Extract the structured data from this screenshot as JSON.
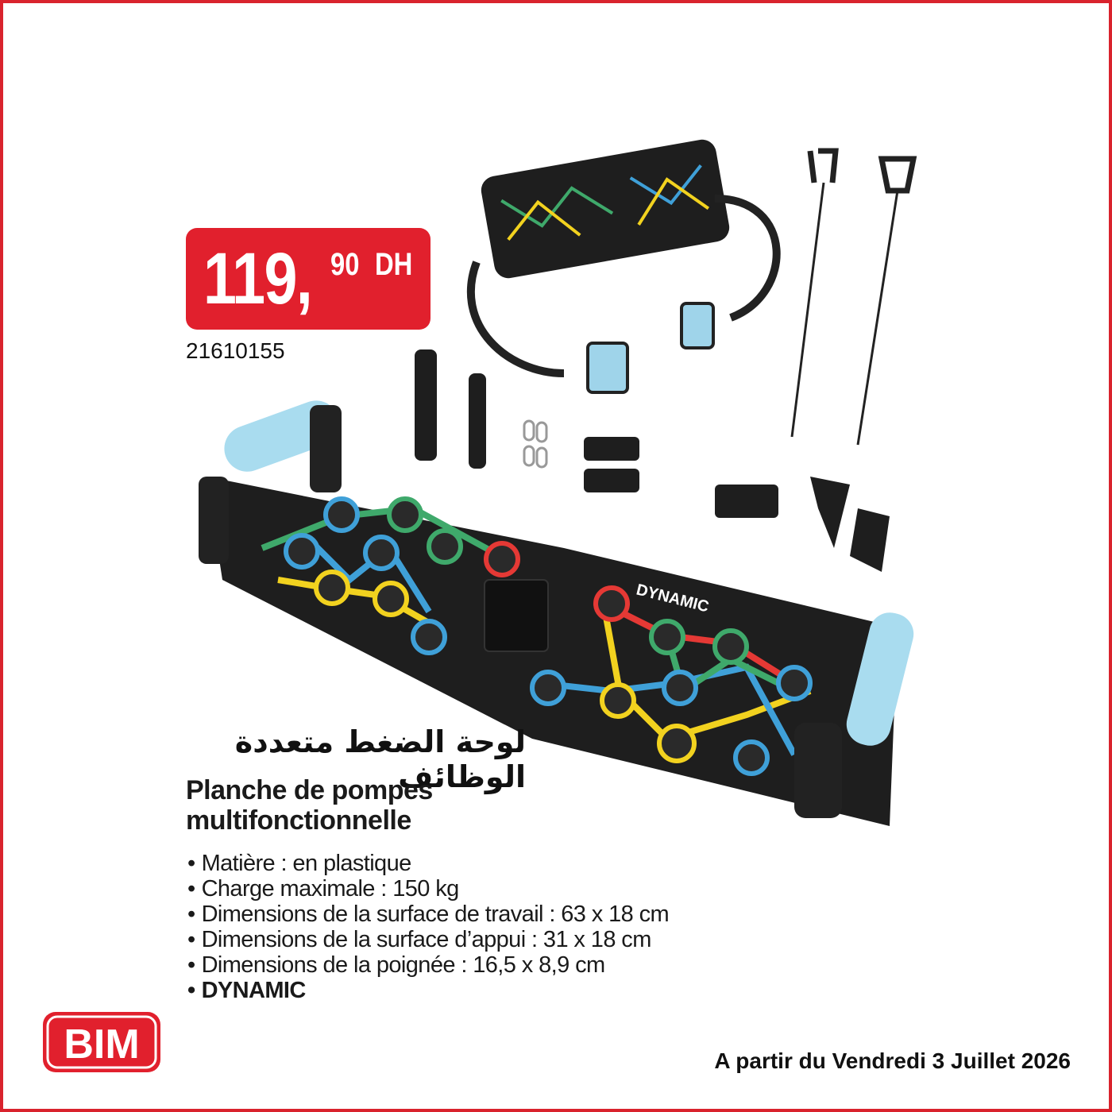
{
  "price": {
    "integer": "119,",
    "decimals": "90",
    "currency": "DH"
  },
  "sku": "21610155",
  "product": {
    "title_ar": "لوحة الضغط متعددة الوظائف",
    "title_fr_line1": "Planche de pompes",
    "title_fr_line2": "multifonctionnelle",
    "specs": [
      "Matière : en plastique",
      "Charge maximale : 150 kg",
      "Dimensions de la surface de travail : 63 x 18 cm",
      "Dimensions de la surface d’appui : 31 x 18 cm",
      "Dimensions de la poignée : 16,5 x 8,9 cm",
      "DYNAMIC"
    ],
    "board_brand": "DYNAMIC"
  },
  "store": {
    "logo_text": "BIM"
  },
  "availability": "A partir du Vendredi 3 Juillet 2026",
  "colors": {
    "brand_red": "#e1202d",
    "board_black": "#1e1e1e",
    "handle_blue": "#a9dcef",
    "line_green": "#3fa96b",
    "line_blue": "#3fa0d8",
    "line_yellow": "#f2d21f",
    "line_red": "#e53935"
  }
}
